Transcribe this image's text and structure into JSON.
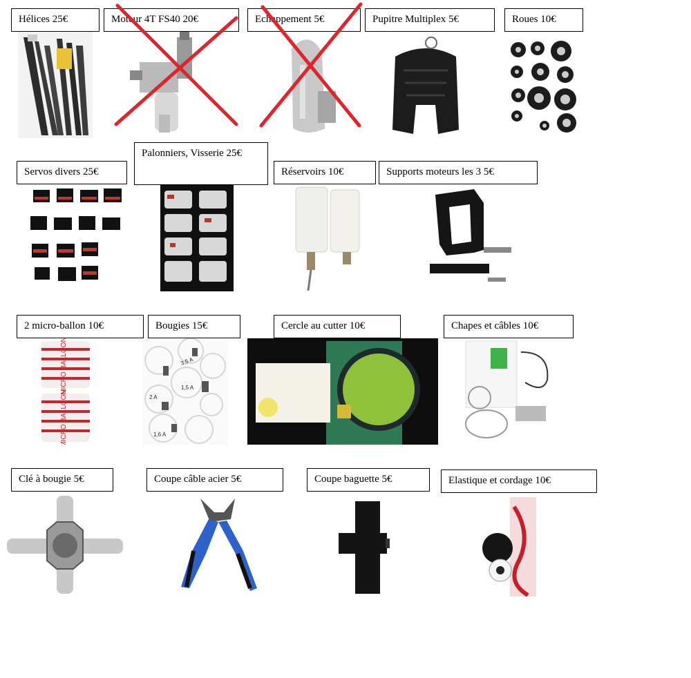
{
  "items": [
    {
      "label": "Hélices  25€",
      "sold": false
    },
    {
      "label": "Moteur 4T FS40  20€",
      "sold": true
    },
    {
      "label": "Echappement  5€",
      "sold": true
    },
    {
      "label": "Pupitre Multiplex  5€",
      "sold": false
    },
    {
      "label": "Roues  10€",
      "sold": false
    },
    {
      "label": "Servos divers  25€",
      "sold": false
    },
    {
      "label": "Palonniers, Visserie 25€",
      "sold": false
    },
    {
      "label": "Réservoirs  10€",
      "sold": false
    },
    {
      "label": "Supports moteurs  les 3  5€",
      "sold": false
    },
    {
      "label": "2 micro-ballon  10€",
      "sold": false
    },
    {
      "label": "Bougies  15€",
      "sold": false
    },
    {
      "label": "Cercle au cutter  10€",
      "sold": false
    },
    {
      "label": "Chapes et câbles  10€",
      "sold": false
    },
    {
      "label": "Clé à bougie  5€",
      "sold": false
    },
    {
      "label": "Coupe câble acier  5€",
      "sold": false
    },
    {
      "label": "Coupe baguette  5€",
      "sold": false
    },
    {
      "label": "Elastique et cordage  10€",
      "sold": false
    }
  ],
  "colors": {
    "cross": "#e0242b",
    "border": "#000000",
    "background": "#ffffff"
  },
  "photo_labels": {
    "micro_balloon_1": "MICRO BALLOON",
    "micro_balloon_2": "MICRO BALLOON",
    "bougie_1": "3,5 A",
    "bougie_2": "1,5 A",
    "bougie_3": "2 A",
    "bougie_4": "1,6 A"
  }
}
